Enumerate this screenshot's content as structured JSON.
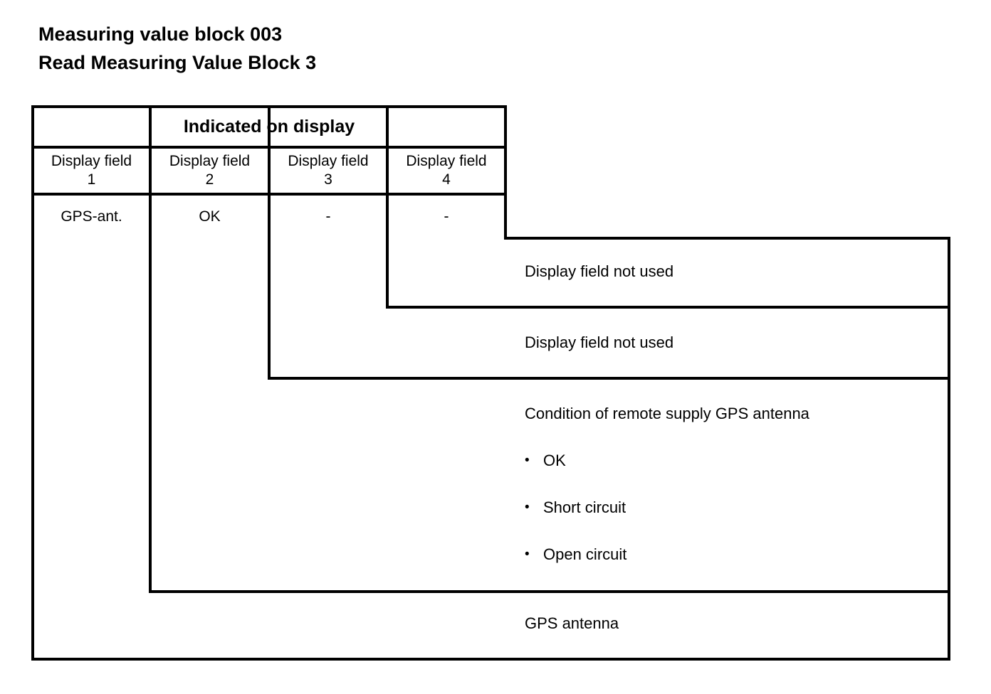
{
  "page": {
    "title_line1": "Measuring value block 003",
    "title_line2": "Read Measuring Value Block 3"
  },
  "table": {
    "header": "Indicated on display",
    "columns": [
      {
        "label": "Display field\n1"
      },
      {
        "label": "Display field\n2"
      },
      {
        "label": "Display field\n3"
      },
      {
        "label": "Display field\n4"
      }
    ],
    "values": [
      "GPS-ant.",
      "OK",
      "-",
      "-"
    ]
  },
  "annotations": {
    "field4": {
      "text": "Display field not used"
    },
    "field3": {
      "text": "Display field not used"
    },
    "field2": {
      "heading": "Condition of remote supply GPS antenna",
      "bullet_char": "•",
      "items": [
        "OK",
        "Short circuit",
        "Open circuit"
      ]
    },
    "field1": {
      "text": "GPS antenna"
    }
  },
  "colors": {
    "background": "#ffffff",
    "line": "#000000",
    "text": "#000000"
  }
}
